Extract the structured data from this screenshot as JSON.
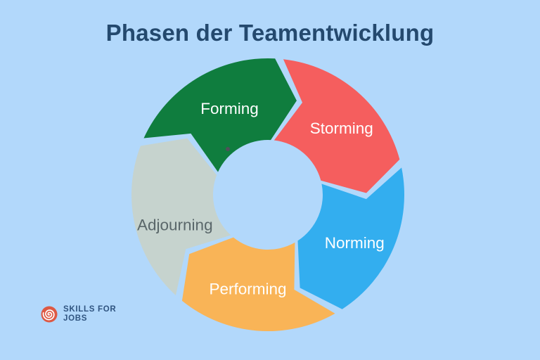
{
  "title": "Phasen der Teamentwicklung",
  "colors": {
    "background": "#b2d8fb",
    "title": "#24496e"
  },
  "diagram": {
    "type": "cycle",
    "direction": "clockwise",
    "phases": [
      {
        "label": "Forming",
        "color": "#0f7d3e",
        "label_color": "#ffffff"
      },
      {
        "label": "Storming",
        "color": "#f55e5e",
        "label_color": "#ffffff"
      },
      {
        "label": "Norming",
        "color": "#33aeef",
        "label_color": "#ffffff"
      },
      {
        "label": "Performing",
        "color": "#f9b457",
        "label_color": "#ffffff"
      },
      {
        "label": "Adjourning",
        "color": "#c6d3ce",
        "label_color": "#5a676a"
      }
    ]
  },
  "logo": {
    "line1": "SKILLS FOR",
    "line2": "JOBS",
    "text_color": "#2f5480",
    "icon": "spiral-icon",
    "icon_color": "#dd5944",
    "icon_stroke": "#ffffff"
  }
}
